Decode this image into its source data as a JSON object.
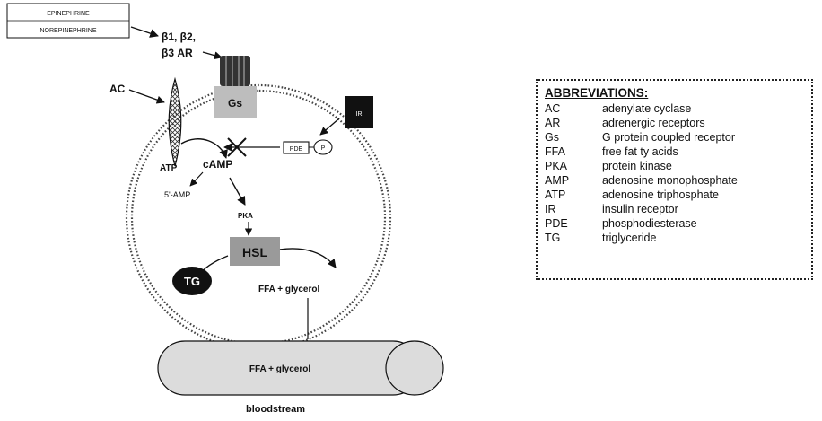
{
  "hormones": [
    "EPINEPHRINE",
    "NOREPINEPHRINE"
  ],
  "receptor_line1": "β1, β2,",
  "receptor_line2": "β3 AR",
  "labels": {
    "gs": "Gs",
    "ac": "AC",
    "ir": "IR",
    "pde": "PDE",
    "p": "P",
    "atp": "ATP",
    "camp": "cAMP",
    "amp5": "5'-AMP",
    "pka": "PKA",
    "hsl": "HSL",
    "tg": "TG",
    "ffa_glycerol": "FFA + glycerol",
    "vessel_content": "FFA + glycerol",
    "bloodstream": "bloodstream"
  },
  "abbreviations": {
    "title": "ABBREVIATIONS:",
    "items": [
      {
        "key": "AC",
        "value": "adenylate cyclase"
      },
      {
        "key": "AR",
        "value": "adrenergic receptors"
      },
      {
        "key": "Gs",
        "value": "G protein coupled receptor"
      },
      {
        "key": "FFA",
        "value": "free fat ty acids"
      },
      {
        "key": "PKA",
        "value": "protein kinase"
      },
      {
        "key": "AMP",
        "value": "adenosine monophosphate"
      },
      {
        "key": "ATP",
        "value": "adenosine triphosphate"
      },
      {
        "key": "IR",
        "value": "insulin receptor"
      },
      {
        "key": "PDE",
        "value": "phosphodiesterase"
      },
      {
        "key": "TG",
        "value": "triglyceride"
      }
    ]
  },
  "colors": {
    "membrane": "#555555",
    "gs_fill": "#bdbdbd",
    "hsl_fill": "#9a9a9a",
    "vessel_fill": "#dcdcdc",
    "ink": "#111111"
  }
}
